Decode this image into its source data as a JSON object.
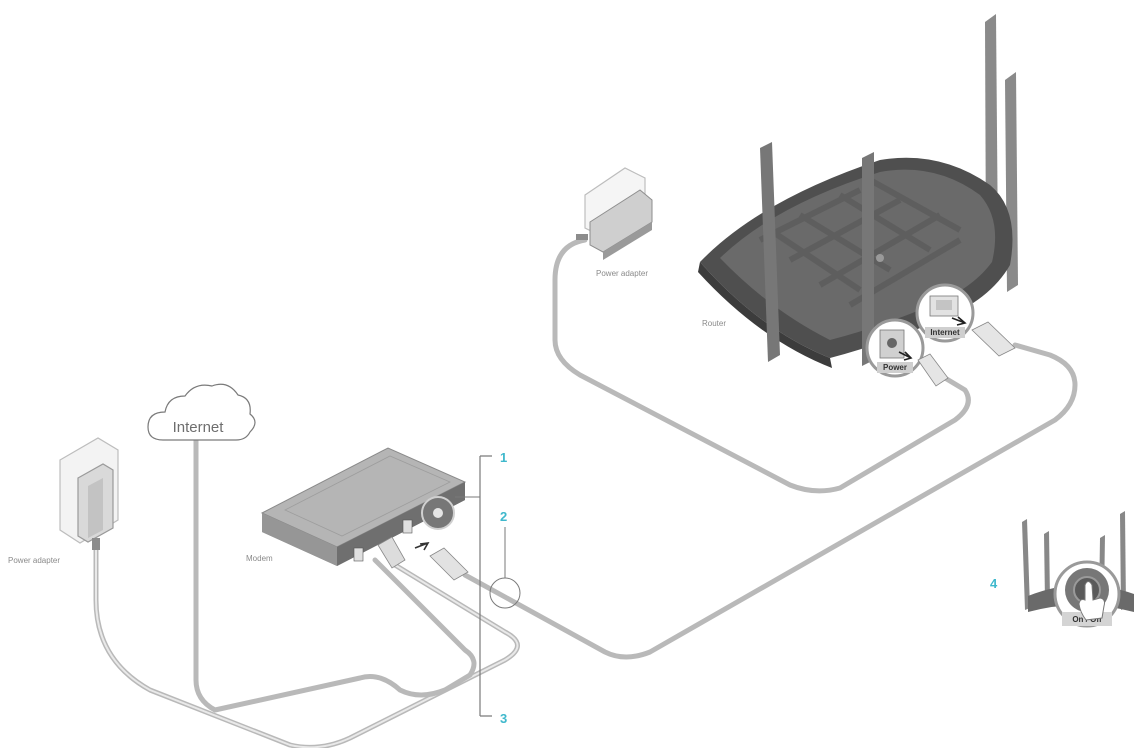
{
  "labels": {
    "internet": "Internet",
    "modem": "Modem",
    "router": "Router",
    "power_adapter_left": "Power adapter",
    "power_adapter_right": "Power adapter",
    "port_power": "Power",
    "port_internet": "Internet",
    "on_off": "On / Off"
  },
  "steps": {
    "s1": "1",
    "s2": "2",
    "s3": "3",
    "s4": "4"
  },
  "colors": {
    "accent": "#3fb8cc",
    "cable": "#b9b9b9",
    "device_dark": "#5a5a5a",
    "device_light": "#a8a8a8"
  },
  "icons": [
    "cloud-icon",
    "power-adapter-icon",
    "modem-icon",
    "router-icon",
    "hand-pointer-icon",
    "power-button-icon"
  ]
}
